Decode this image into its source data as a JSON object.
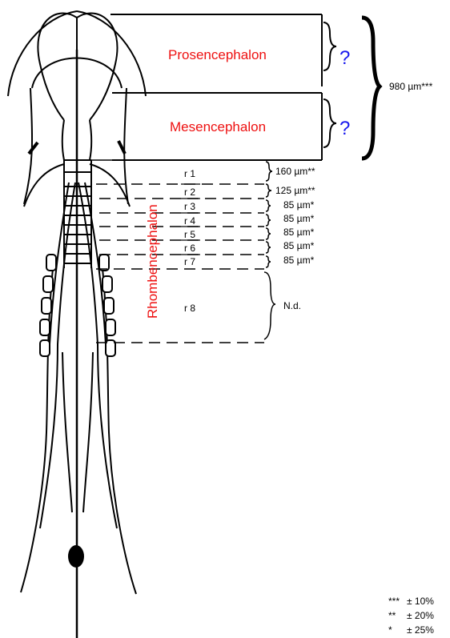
{
  "colors": {
    "region_label": "#ee1111",
    "question": "#1a1aee",
    "ink": "#000000"
  },
  "regions": {
    "prosencephalon": {
      "label": "Prosencephalon",
      "question": "?"
    },
    "mesencephalon": {
      "label": "Mesencephalon",
      "question": "?"
    },
    "rhombencephalon": {
      "label": "Rhombencephalon"
    }
  },
  "total_measure": "980 µm***",
  "rhombomeres": [
    {
      "label": "r 1",
      "measure": "160 µm**"
    },
    {
      "label": "r 2",
      "measure": "125 µm**"
    },
    {
      "label": "r 3",
      "measure": "85 µm*"
    },
    {
      "label": "r 4",
      "measure": "85 µm*"
    },
    {
      "label": "r 5",
      "measure": "85 µm*"
    },
    {
      "label": "r 6",
      "measure": "85 µm*"
    },
    {
      "label": "r 7",
      "measure": "85 µm*"
    },
    {
      "label": "r 8",
      "measure": "N.d."
    }
  ],
  "legend": [
    {
      "marker": "***",
      "text": "± 10%"
    },
    {
      "marker": "**",
      "text": "± 20%"
    },
    {
      "marker": "*",
      "text": "± 25%"
    }
  ]
}
